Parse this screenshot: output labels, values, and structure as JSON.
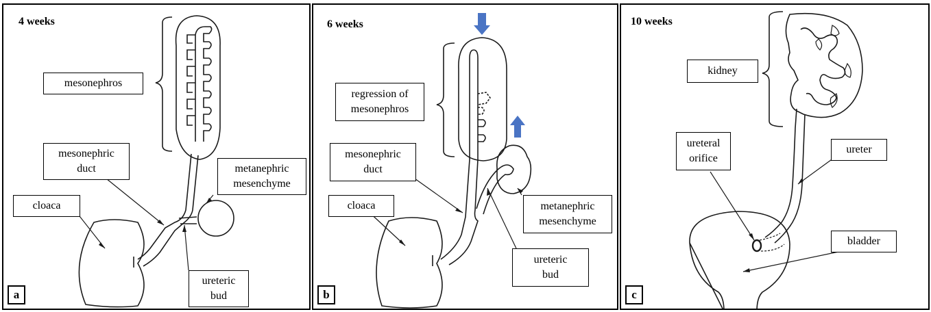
{
  "panels": [
    {
      "letter": "a",
      "age": "4 weeks",
      "labels": {
        "mesonephros": "mesonephros",
        "mesonephric_duct": "mesonephric\nduct",
        "metanephric_mesenchyme": "metanephric\nmesenchyme",
        "cloaca": "cloaca",
        "ureteric_bud": "ureteric\nbud"
      }
    },
    {
      "letter": "b",
      "age": "6 weeks",
      "labels": {
        "regression": "regression of\nmesonephros",
        "mesonephric_duct": "mesonephric\nduct",
        "cloaca": "cloaca",
        "metanephric_mesenchyme": "metanephric\nmesenchyme",
        "ureteric_bud": "ureteric\nbud"
      }
    },
    {
      "letter": "c",
      "age": "10 weeks",
      "labels": {
        "kidney": "kidney",
        "ureteral_orifice": "ureteral\norifice",
        "ureter": "ureter",
        "bladder": "bladder"
      }
    }
  ],
  "colors": {
    "arrow": "#4a74c4",
    "line": "#1a1a1a"
  }
}
